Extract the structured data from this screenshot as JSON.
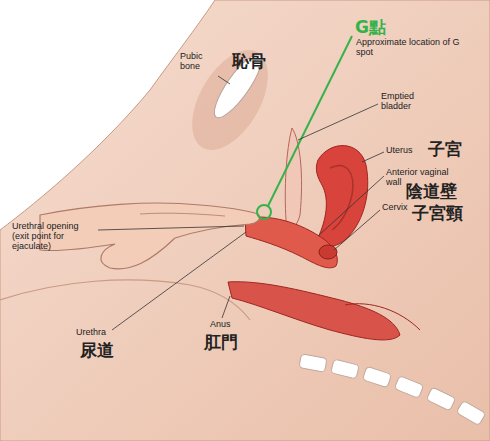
{
  "diagram": {
    "labels": [
      "Pubic bone",
      "恥骨",
      "G點",
      "Approximate location of G spot",
      "Emptied bladder",
      "Uterus",
      "子宮",
      "Anterior vaginal wall",
      "陰道壁",
      "Cervix",
      "子宮頸",
      "Urethral opening (exit point for ejaculate)",
      "Urethra",
      "尿道",
      "Anus",
      "肛門"
    ]
  }
}
